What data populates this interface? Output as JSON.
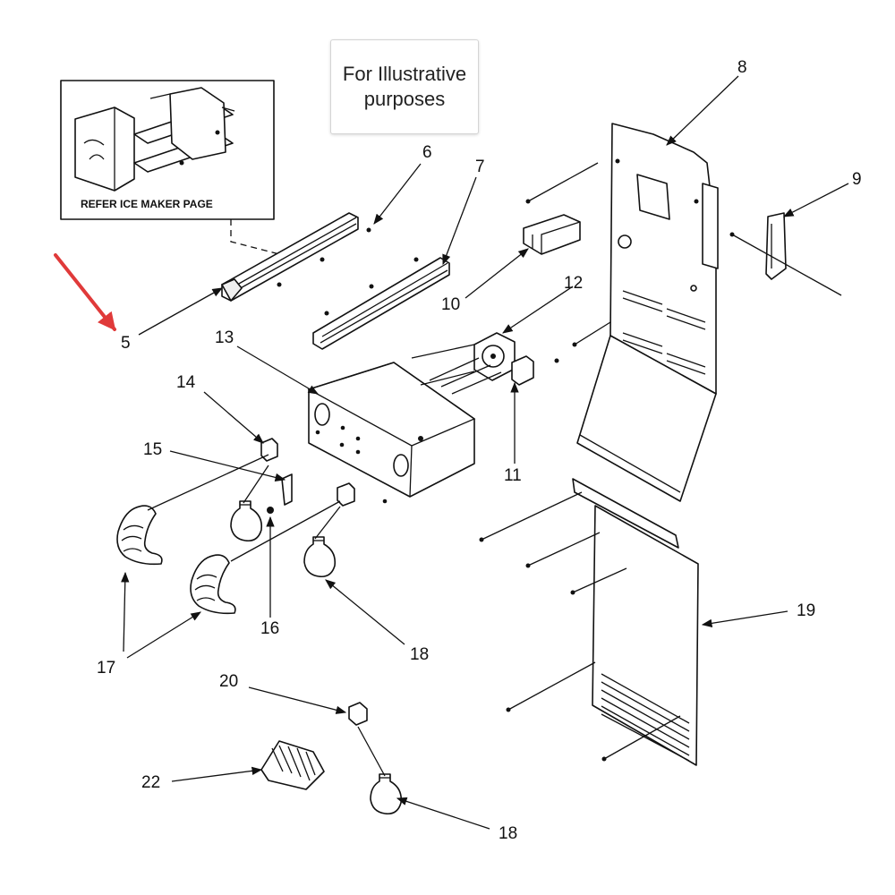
{
  "notice": {
    "text": "For Illustrative purposes"
  },
  "inset": {
    "label": "REFER ICE MAKER PAGE"
  },
  "highlight": {
    "color": "#e03a3a",
    "target": "5"
  },
  "callouts": {
    "c5": "5",
    "c6": "6",
    "c7": "7",
    "c8": "8",
    "c9": "9",
    "c10": "10",
    "c11": "11",
    "c12": "12",
    "c13": "13",
    "c14": "14",
    "c15": "15",
    "c16": "16",
    "c17": "17",
    "c18a": "18",
    "c18b": "18",
    "c19": "19",
    "c20": "20",
    "c22": "22"
  }
}
